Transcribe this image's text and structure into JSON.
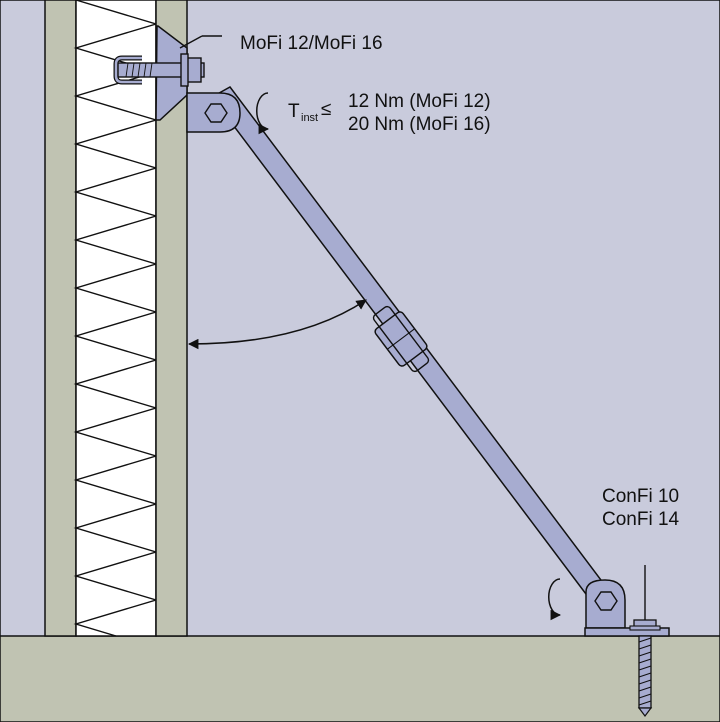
{
  "labels": {
    "anchor_top": "MoFi 12/MoFi 16",
    "torque_symbol": "T",
    "torque_subscript": "inst",
    "torque_relation": "≤",
    "torque_line1": "12 Nm (MoFi 12)",
    "torque_line2": "20 Nm (MoFi 16)",
    "anchor_bottom_line1": "ConFi 10",
    "anchor_bottom_line2": "ConFi 14"
  },
  "colors": {
    "background": "#c9cbdc",
    "ground": "#c0c3b2",
    "wall_panel": "#c0c3b2",
    "insulation": "#ffffff",
    "steel": "#a7acd0",
    "outline": "#111111"
  }
}
